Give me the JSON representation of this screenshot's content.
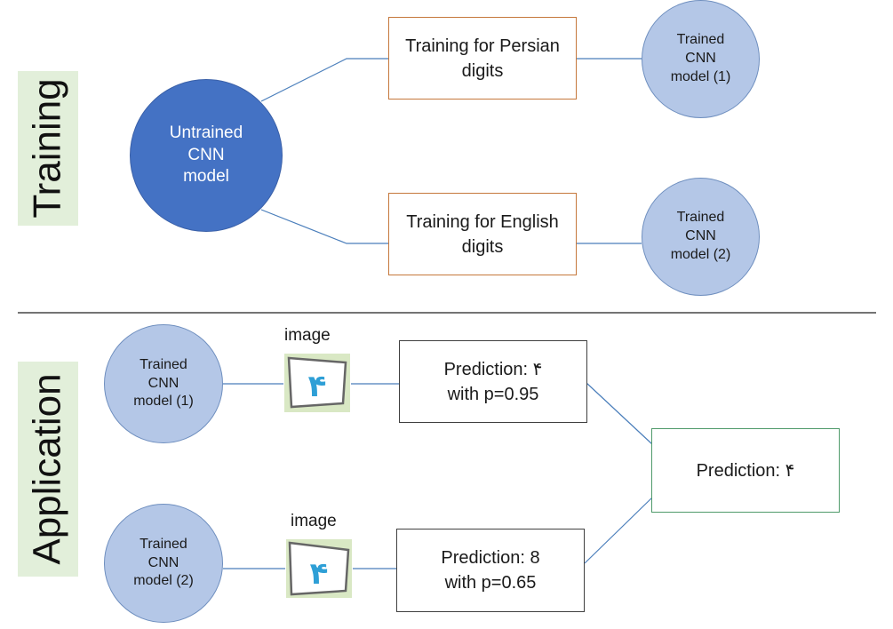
{
  "sections": {
    "training_label": "Training",
    "application_label": "Application"
  },
  "training": {
    "untrained_model": "Untrained\nCNN\nmodel",
    "persian_box": "Training for Persian\ndigits",
    "english_box": "Training for English\ndigits",
    "trained_model_1": "Trained\nCNN\nmodel (1)",
    "trained_model_2": "Trained\nCNN\nmodel (2)"
  },
  "application": {
    "model_1": "Trained\nCNN\nmodel (1)",
    "model_2": "Trained\nCNN\nmodel (2)",
    "image_label_1": "image",
    "image_label_2": "image",
    "image_digit": "۴",
    "prediction_1": "Prediction: ۴\nwith p=0.95",
    "prediction_2": "Prediction: 8\nwith p=0.65",
    "final_prediction": "Prediction: ۴"
  },
  "colors": {
    "untrained_fill": "#4472c4",
    "trained_fill": "#b4c7e7",
    "label_bg": "#e2efda",
    "connector": "#4a7ebb",
    "training_box_border": "#c5773b",
    "final_box_border": "#4f9a6a",
    "digit_color": "#2e9fd6"
  }
}
